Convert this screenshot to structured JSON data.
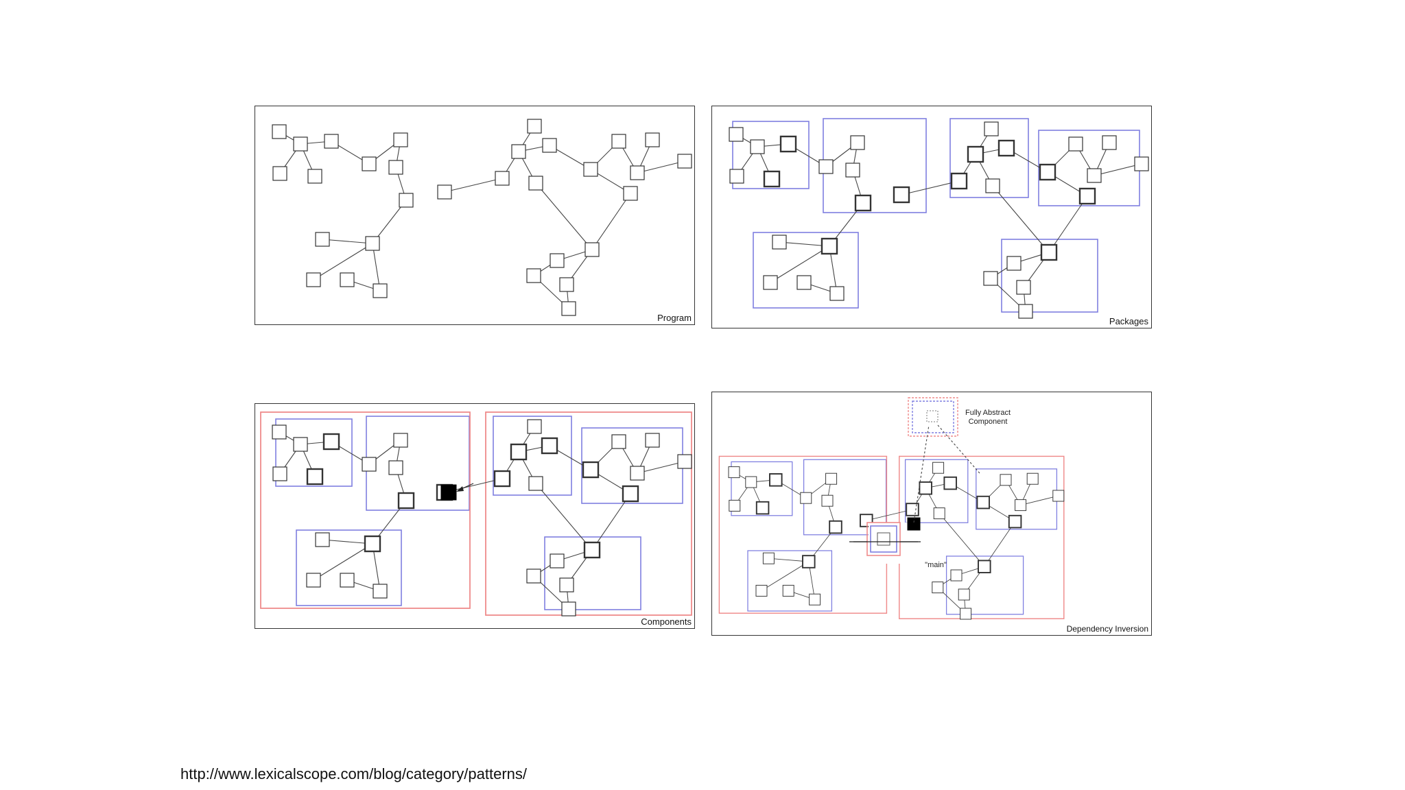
{
  "panels": [
    {
      "id": "p1",
      "label": "Program"
    },
    {
      "id": "p2",
      "label": "Packages"
    },
    {
      "id": "p3",
      "label": "Components"
    },
    {
      "id": "p4",
      "label": "Dependency Inversion"
    }
  ],
  "annotations": {
    "abstract_component": "Fully Abstract\nComponent",
    "main": "\"main\""
  },
  "footer": {
    "url": "http://www.lexicalscope.com/blog/category/patterns/"
  },
  "colors": {
    "package_border": "#7f7fe0",
    "component_border": "#ef8a8a",
    "node_border": "#333333",
    "highlight_node": "#000000"
  }
}
